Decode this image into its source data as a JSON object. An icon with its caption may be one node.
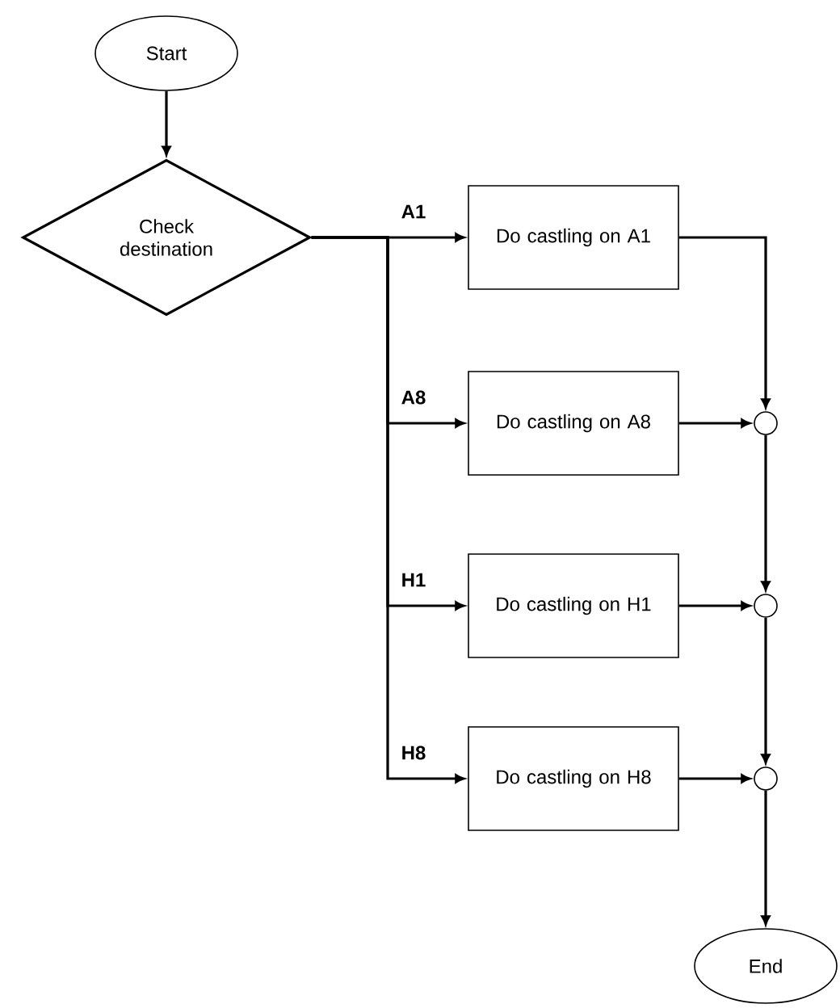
{
  "diagram": {
    "nodes": [
      {
        "text": [
          "Start"
        ]
      },
      {
        "text": [
          "Check destination"
        ]
      },
      {
        "text": [
          "Do castling on A1"
        ]
      },
      {
        "text": [
          "Do castling on A8"
        ]
      },
      {
        "text": [
          "Do castling on H1"
        ]
      },
      {
        "text": [
          "Do castling on H8"
        ]
      },
      {
        "text": [],
        "shape": "circle"
      },
      {
        "text": [],
        "shape": "circle"
      },
      {
        "text": [],
        "shape": "circle"
      },
      {
        "text": [
          "End"
        ]
      }
    ],
    "edges": [
      {
        "from": 0,
        "to": 1,
        "arrow": "to"
      },
      {
        "from": 1,
        "to": 2,
        "arrow": "to",
        "label": "A1"
      },
      {
        "from": 1,
        "to": 3,
        "arrow": "to",
        "label": "A8"
      },
      {
        "from": 1,
        "to": 4,
        "arrow": "to",
        "label": "H1"
      },
      {
        "from": 1,
        "to": 5,
        "arrow": "to",
        "label": "H8"
      },
      {
        "from": 2,
        "to": 6,
        "arrow": "to"
      },
      {
        "from": 3,
        "to": 6,
        "arrow": "to"
      },
      {
        "from": 6,
        "to": 7,
        "arrow": "to"
      },
      {
        "from": 4,
        "to": 7,
        "arrow": "to"
      },
      {
        "from": 7,
        "to": 8,
        "arrow": "to"
      },
      {
        "from": 5,
        "to": 8,
        "arrow": "to"
      },
      {
        "from": 8,
        "to": 9,
        "arrow": "to"
      }
    ]
  }
}
